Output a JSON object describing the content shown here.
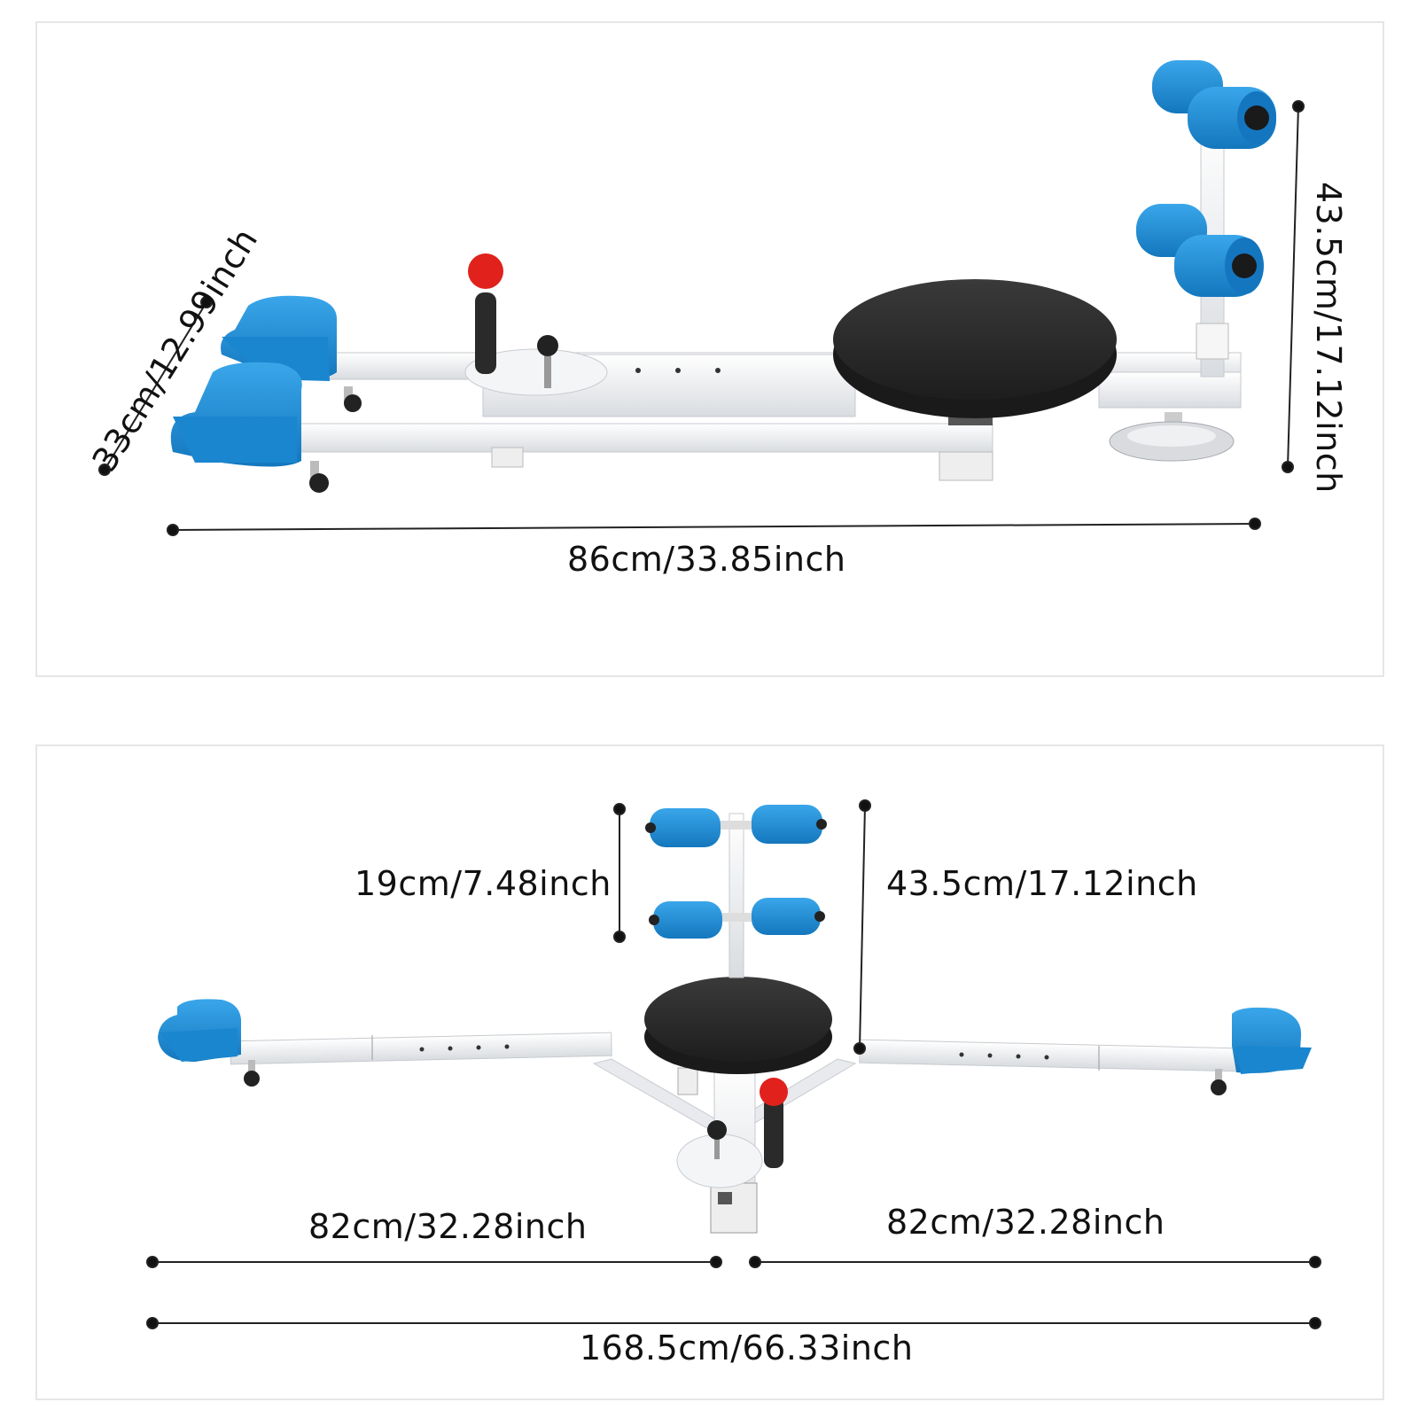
{
  "top_view": {
    "dimensions": {
      "width": "33cm/12.99inch",
      "length": "86cm/33.85inch",
      "height": "43.5cm/17.12inch"
    }
  },
  "bottom_view": {
    "dimensions": {
      "roller_spacing": "19cm/7.48inch",
      "height": "43.5cm/17.12inch",
      "left_leg": "82cm/32.28inch",
      "right_leg": "82cm/32.28inch",
      "total_span": "168.5cm/66.33inch"
    }
  },
  "colors": {
    "foam_blue": "#1e8fd6",
    "seat_black": "#262626",
    "frame_white": "#f1f2f4",
    "knob_red": "#e0211c",
    "dimension_line": "#222222"
  }
}
